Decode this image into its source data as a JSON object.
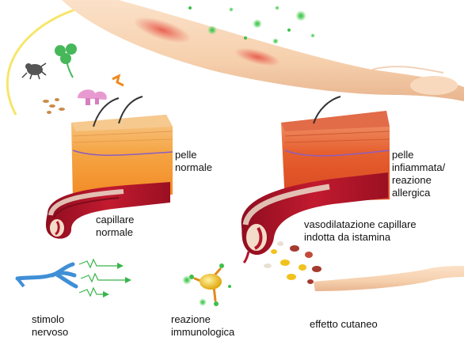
{
  "labels": {
    "normal_skin": [
      "pelle",
      "normale"
    ],
    "inflamed_skin": [
      "pelle",
      "infiammata/",
      "reazione",
      "allergica"
    ],
    "normal_capillary": [
      "capillare",
      "normale"
    ],
    "vasodilation": [
      "vasodilatazione capillare",
      "indotta da istamina"
    ],
    "nerve_stimulus": [
      "stimolo",
      "nervoso"
    ],
    "immune_reaction": [
      "reazione",
      "immunologica"
    ],
    "skin_effect": [
      "effetto cutaneo"
    ]
  },
  "colors": {
    "skin": "#f6d2b2",
    "skin_shadow": "#e9b48c",
    "redness": "#e0403a",
    "vessel": "#b3152a",
    "vessel_dark": "#7e0c1c",
    "tissue_orange": "#f29a2e",
    "tissue_inflamed": "#d9462a",
    "nerve_blue": "#3f8fd6",
    "arrow_green": "#39b54a",
    "spore_green": "#3fbf4a",
    "immune_yellow": "#f2c21c",
    "arc_yellow": "#f5e35a"
  },
  "icons": [
    "dust-mite-icon",
    "clover-icon",
    "mushroom-icon",
    "pollen-icon",
    "hair-icon",
    "nerve-cell-icon",
    "immune-cell-icon",
    "blood-cell-icon"
  ]
}
